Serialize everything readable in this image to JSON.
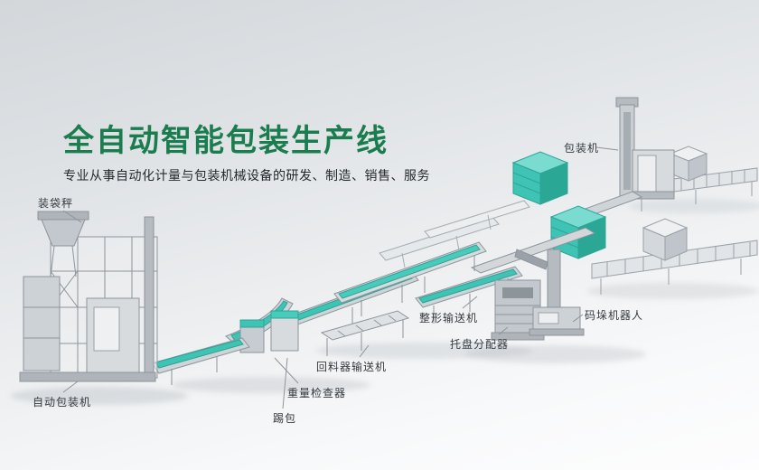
{
  "hero": {
    "title": "全自动智能包装生产线",
    "subtitle": "专业从事自动化计量与包装机械设备的研发、制造、销售、服务"
  },
  "labels": {
    "bagging_scale": "装袋秤",
    "packing_machine": "包装机",
    "shaping_conveyor": "整形输送机",
    "palletizing_robot": "码垛机器人",
    "pallet_dispenser": "托盘分配器",
    "return_conveyor": "回料器输送机",
    "weight_checker": "重量检查器",
    "kick_bag": "踢包",
    "auto_packing_machine": "自动包装机"
  },
  "colors": {
    "title_green": "#1b7d4f",
    "belt_teal": "#3fc3b4",
    "machine_gray": "#c9ced3"
  }
}
